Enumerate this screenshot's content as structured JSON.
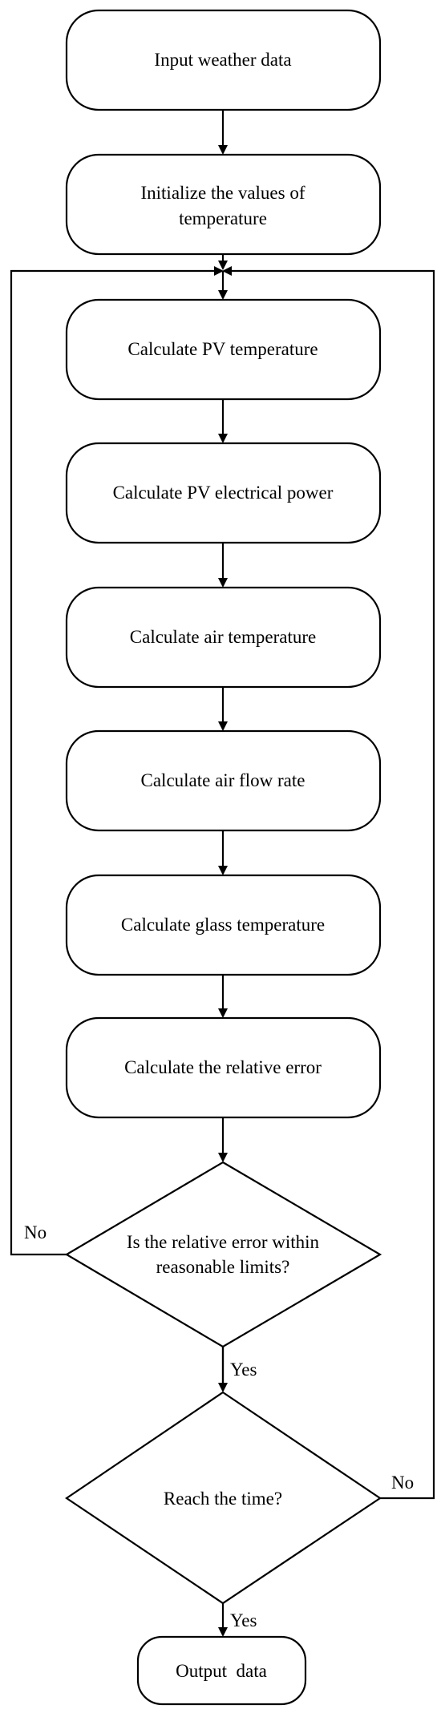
{
  "flowchart": {
    "steps": {
      "input": "Input weather data",
      "init_line1": "Initialize the values of",
      "init_line2": "temperature",
      "pv_temp": "Calculate PV temperature",
      "pv_power": "Calculate PV electrical power",
      "air_temp": "Calculate air temperature",
      "air_flow": "Calculate air flow rate",
      "glass_temp": "Calculate glass temperature",
      "rel_error": "Calculate the relative error",
      "output": "Output  data"
    },
    "decisions": {
      "error_line1": "Is the relative error within",
      "error_line2": "reasonable limits?",
      "time": "Reach the time?"
    },
    "branch_labels": {
      "error_no": "No",
      "error_yes": "Yes",
      "time_no": "No",
      "time_yes": "Yes"
    }
  },
  "colors": {
    "stroke": "#000000",
    "fill": "#ffffff"
  }
}
